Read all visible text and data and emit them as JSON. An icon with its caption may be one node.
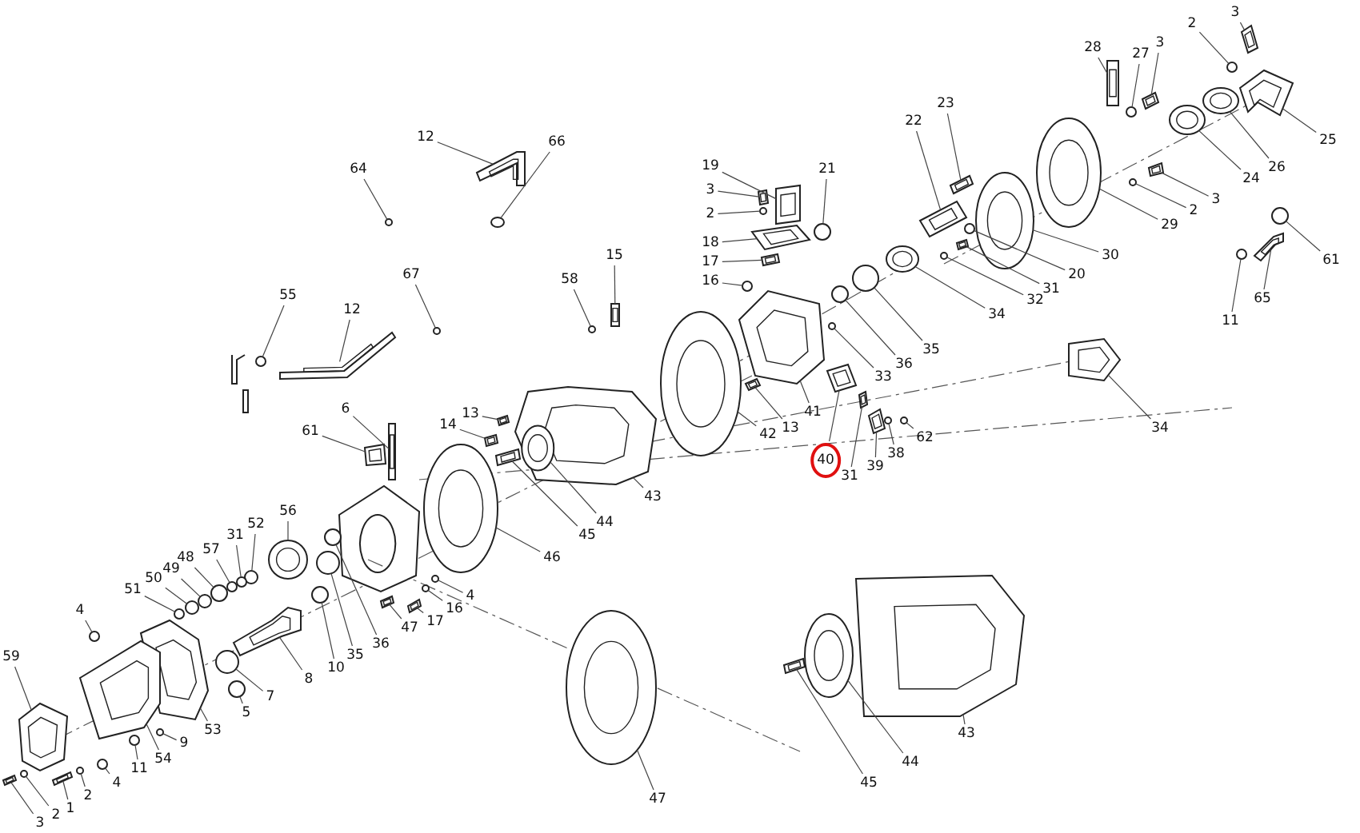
{
  "diagram": {
    "nodes": [
      {
        "text": [
          "3"
        ]
      },
      {
        "text": [
          "2"
        ]
      },
      {
        "text": [
          "28"
        ]
      },
      {
        "text": [
          "27"
        ]
      },
      {
        "text": [
          "3"
        ]
      },
      {
        "text": [
          "12"
        ]
      },
      {
        "text": [
          "66"
        ]
      },
      {
        "text": [
          "22"
        ]
      },
      {
        "text": [
          "23"
        ]
      },
      {
        "text": [
          "25"
        ]
      },
      {
        "text": [
          "64"
        ]
      },
      {
        "text": [
          "19"
        ]
      },
      {
        "text": [
          "21"
        ]
      },
      {
        "text": [
          "26"
        ]
      },
      {
        "text": [
          "3"
        ]
      },
      {
        "text": [
          "24"
        ]
      },
      {
        "text": [
          "2"
        ]
      },
      {
        "text": [
          "3"
        ]
      },
      {
        "text": [
          "2"
        ]
      },
      {
        "text": [
          "29"
        ]
      },
      {
        "text": [
          "61"
        ]
      },
      {
        "text": [
          "30"
        ]
      },
      {
        "text": [
          "15"
        ]
      },
      {
        "text": [
          "18"
        ]
      },
      {
        "text": [
          "20"
        ]
      },
      {
        "text": [
          "17"
        ]
      },
      {
        "text": [
          "31"
        ]
      },
      {
        "text": [
          "58"
        ]
      },
      {
        "text": [
          "67"
        ]
      },
      {
        "text": [
          "16"
        ]
      },
      {
        "text": [
          "32"
        ]
      },
      {
        "text": [
          "11"
        ]
      },
      {
        "text": [
          "65"
        ]
      },
      {
        "text": [
          "55"
        ]
      },
      {
        "text": [
          "12"
        ]
      },
      {
        "text": [
          "34"
        ]
      },
      {
        "text": [
          "35"
        ]
      },
      {
        "text": [
          "36"
        ]
      },
      {
        "text": [
          "33"
        ]
      },
      {
        "text": [
          "41"
        ]
      },
      {
        "text": [
          "42"
        ]
      },
      {
        "text": [
          "13"
        ]
      },
      {
        "text": [
          "34"
        ]
      },
      {
        "text": [
          "6"
        ]
      },
      {
        "text": [
          "13"
        ]
      },
      {
        "text": [
          "14"
        ]
      },
      {
        "text": [
          "61"
        ]
      },
      {
        "text": [
          "62"
        ]
      },
      {
        "text": [
          "38"
        ]
      },
      {
        "text": [
          "39"
        ]
      },
      {
        "text": [
          "40"
        ]
      },
      {
        "text": [
          "31"
        ]
      },
      {
        "text": [
          "43"
        ]
      },
      {
        "text": [
          "44"
        ]
      },
      {
        "text": [
          "45"
        ]
      },
      {
        "text": [
          "56"
        ]
      },
      {
        "text": [
          "52"
        ]
      },
      {
        "text": [
          "31"
        ]
      },
      {
        "text": [
          "57"
        ]
      },
      {
        "text": [
          "48"
        ]
      },
      {
        "text": [
          "49"
        ]
      },
      {
        "text": [
          "46"
        ]
      },
      {
        "text": [
          "50"
        ]
      },
      {
        "text": [
          "51"
        ]
      },
      {
        "text": [
          "4"
        ]
      },
      {
        "text": [
          "16"
        ]
      },
      {
        "text": [
          "4"
        ]
      },
      {
        "text": [
          "17"
        ]
      },
      {
        "text": [
          "47"
        ]
      },
      {
        "text": [
          "35"
        ]
      },
      {
        "text": [
          "10"
        ]
      },
      {
        "text": [
          "36"
        ]
      },
      {
        "text": [
          "8"
        ]
      },
      {
        "text": [
          "7"
        ]
      },
      {
        "text": [
          "59"
        ]
      },
      {
        "text": [
          "5"
        ]
      },
      {
        "text": [
          "53"
        ]
      },
      {
        "text": [
          "9"
        ]
      },
      {
        "text": [
          "43"
        ]
      },
      {
        "text": [
          "44"
        ]
      },
      {
        "text": [
          "54"
        ]
      },
      {
        "text": [
          "11"
        ]
      },
      {
        "text": [
          "45"
        ]
      },
      {
        "text": [
          "4"
        ]
      },
      {
        "text": [
          "2"
        ]
      },
      {
        "text": [
          "47"
        ]
      },
      {
        "text": [
          "1"
        ]
      },
      {
        "text": [
          "2"
        ]
      },
      {
        "text": [
          "3"
        ]
      },
      {
        "text": [],
        "shape": "picture"
      },
      {
        "text": [],
        "shape": "circle"
      },
      {
        "text": [],
        "shape": "picture"
      },
      {
        "text": [],
        "shape": "circle"
      },
      {
        "text": [],
        "shape": "picture"
      },
      {
        "text": [],
        "shape": "picture"
      },
      {
        "text": [],
        "shape": "circle"
      },
      {
        "text": [],
        "shape": "picture"
      },
      {
        "text": [],
        "shape": "picture"
      },
      {
        "text": [],
        "shape": "picture"
      },
      {
        "text": [],
        "shape": "circle"
      },
      {
        "text": [],
        "shape": "picture"
      },
      {
        "text": [],
        "shape": "circle"
      },
      {
        "text": [],
        "shape": "picture"
      },
      {
        "text": [],
        "shape": "picture"
      },
      {
        "text": [],
        "shape": "picture"
      },
      {
        "text": [],
        "shape": "circle"
      },
      {
        "text": [],
        "shape": "picture"
      },
      {
        "text": [],
        "shape": "circle"
      },
      {
        "text": [],
        "shape": "picture"
      },
      {
        "text": [],
        "shape": "circle"
      },
      {
        "text": [],
        "shape": "picture"
      },
      {
        "text": [],
        "shape": "picture"
      },
      {
        "text": [],
        "shape": "picture"
      },
      {
        "text": [],
        "shape": "circle"
      },
      {
        "text": [],
        "shape": "picture"
      },
      {
        "text": [],
        "shape": "picture"
      },
      {
        "text": [],
        "shape": "circle"
      },
      {
        "text": [],
        "shape": "circle"
      },
      {
        "text": [],
        "shape": "circle"
      },
      {
        "text": [],
        "shape": "circle"
      },
      {
        "text": [],
        "shape": "circle"
      },
      {
        "text": [],
        "shape": "picture"
      },
      {
        "text": [],
        "shape": "circle"
      },
      {
        "text": [],
        "shape": "picture"
      },
      {
        "text": [],
        "shape": "picture"
      },
      {
        "text": [],
        "shape": "circle"
      },
      {
        "text": [],
        "shape": "circle"
      },
      {
        "text": [],
        "shape": "circle"
      },
      {
        "text": [],
        "shape": "picture"
      },
      {
        "text": [],
        "shape": "picture"
      },
      {
        "text": [],
        "shape": "picture"
      },
      {
        "text": [],
        "shape": "picture"
      },
      {
        "text": [],
        "shape": "picture"
      },
      {
        "text": [],
        "shape": "picture"
      },
      {
        "text": [],
        "shape": "picture"
      },
      {
        "text": [],
        "shape": "picture"
      },
      {
        "text": [],
        "shape": "circle"
      },
      {
        "text": [],
        "shape": "circle"
      },
      {
        "text": [],
        "shape": "picture"
      },
      {
        "text": [],
        "shape": "picture"
      },
      {
        "text": [],
        "shape": "picture"
      },
      {
        "text": [],
        "shape": "picture"
      },
      {
        "text": [],
        "shape": "picture",
        "in": 141
      },
      {
        "text": [],
        "shape": "picture"
      },
      {
        "text": [],
        "shape": "picture"
      },
      {
        "text": [],
        "shape": "circle"
      },
      {
        "text": [],
        "shape": "circle"
      },
      {
        "text": [],
        "shape": "circle"
      },
      {
        "text": [],
        "shape": "circle"
      },
      {
        "text": [],
        "shape": "circle"
      },
      {
        "text": [],
        "shape": "picture"
      },
      {
        "text": [],
        "shape": "circle"
      },
      {
        "text": [],
        "shape": "circle"
      },
      {
        "text": [],
        "shape": "circle"
      },
      {
        "text": [],
        "shape": "circle"
      },
      {
        "text": [],
        "shape": "circle"
      },
      {
        "text": [],
        "shape": "picture"
      },
      {
        "text": [],
        "shape": "picture"
      },
      {
        "text": [],
        "shape": "circle"
      },
      {
        "text": [],
        "shape": "circle"
      },
      {
        "text": [],
        "shape": "circle"
      },
      {
        "text": [],
        "shape": "picture"
      },
      {
        "text": [],
        "shape": "circle"
      },
      {
        "text": [],
        "shape": "picture"
      },
      {
        "text": [],
        "shape": "circle"
      },
      {
        "text": [],
        "shape": "picture"
      },
      {
        "text": [],
        "shape": "circle"
      },
      {
        "text": [],
        "shape": "picture"
      },
      {
        "text": [],
        "shape": "picture"
      },
      {
        "text": [],
        "shape": "picture"
      },
      {
        "text": [],
        "shape": "circle"
      },
      {
        "text": [],
        "shape": "picture"
      },
      {
        "text": [],
        "shape": "circle"
      },
      {
        "text": [],
        "shape": "circle"
      },
      {
        "text": [],
        "shape": "picture"
      },
      {
        "text": [],
        "shape": "picture"
      },
      {
        "text": [],
        "shape": "circle"
      },
      {
        "text": [],
        "shape": "picture"
      }
    ],
    "edges": [
      {
        "from": 0,
        "to": 89,
        "arrow": "none"
      },
      {
        "from": 1,
        "to": 90,
        "arrow": "none"
      },
      {
        "from": 2,
        "to": 91,
        "arrow": "none"
      },
      {
        "from": 3,
        "to": 92,
        "arrow": "none"
      },
      {
        "from": 4,
        "to": 93,
        "arrow": "none"
      },
      {
        "from": 5,
        "to": 94,
        "arrow": "none"
      },
      {
        "from": 6,
        "to": 95,
        "arrow": "none"
      },
      {
        "from": 7,
        "to": 96,
        "arrow": "none"
      },
      {
        "from": 8,
        "to": 97,
        "arrow": "none"
      },
      {
        "from": 9,
        "to": 98,
        "arrow": "none"
      },
      {
        "from": 10,
        "to": 99,
        "arrow": "none"
      },
      {
        "from": 11,
        "to": 100,
        "arrow": "none"
      },
      {
        "from": 12,
        "to": 101,
        "arrow": "none"
      },
      {
        "from": 13,
        "to": 102,
        "arrow": "none"
      },
      {
        "from": 14,
        "to": 103,
        "arrow": "none"
      },
      {
        "from": 15,
        "to": 104,
        "arrow": "none"
      },
      {
        "from": 16,
        "to": 105,
        "arrow": "none"
      },
      {
        "from": 17,
        "to": 106,
        "arrow": "none"
      },
      {
        "from": 18,
        "to": 107,
        "arrow": "none"
      },
      {
        "from": 19,
        "to": 108,
        "arrow": "none"
      },
      {
        "from": 20,
        "to": 109,
        "arrow": "none"
      },
      {
        "from": 21,
        "to": 110,
        "arrow": "none"
      },
      {
        "from": 22,
        "to": 111,
        "arrow": "none"
      },
      {
        "from": 23,
        "to": 112,
        "arrow": "none"
      },
      {
        "from": 24,
        "to": 113,
        "arrow": "none"
      },
      {
        "from": 25,
        "to": 114,
        "arrow": "none"
      },
      {
        "from": 26,
        "to": 115,
        "arrow": "none"
      },
      {
        "from": 27,
        "to": 116,
        "arrow": "none"
      },
      {
        "from": 28,
        "to": 117,
        "arrow": "none"
      },
      {
        "from": 29,
        "to": 118,
        "arrow": "none"
      },
      {
        "from": 30,
        "to": 119,
        "arrow": "none"
      },
      {
        "from": 31,
        "to": 120,
        "arrow": "none"
      },
      {
        "from": 32,
        "to": 121,
        "arrow": "none"
      },
      {
        "from": 33,
        "to": 122,
        "arrow": "none"
      },
      {
        "from": 34,
        "to": 123,
        "arrow": "none"
      },
      {
        "from": 35,
        "to": 124,
        "arrow": "none"
      },
      {
        "from": 36,
        "to": 125,
        "arrow": "none"
      },
      {
        "from": 37,
        "to": 126,
        "arrow": "none"
      },
      {
        "from": 38,
        "to": 127,
        "arrow": "none"
      },
      {
        "from": 39,
        "to": 128,
        "arrow": "none"
      },
      {
        "from": 40,
        "to": 129,
        "arrow": "none"
      },
      {
        "from": 41,
        "to": 130,
        "arrow": "none"
      },
      {
        "from": 42,
        "to": 131,
        "arrow": "none"
      },
      {
        "from": 43,
        "to": 132,
        "arrow": "none"
      },
      {
        "from": 44,
        "to": 133,
        "arrow": "none"
      },
      {
        "from": 45,
        "to": 134,
        "arrow": "none"
      },
      {
        "from": 46,
        "to": 135,
        "arrow": "none"
      },
      {
        "from": 47,
        "to": 136,
        "arrow": "none"
      },
      {
        "from": 48,
        "to": 137,
        "arrow": "none"
      },
      {
        "from": 49,
        "to": 138,
        "arrow": "none"
      },
      {
        "from": 50,
        "to": 139,
        "arrow": "none"
      },
      {
        "from": 51,
        "to": 140,
        "arrow": "none"
      },
      {
        "from": 52,
        "to": 141,
        "arrow": "none"
      },
      {
        "from": 53,
        "to": 142,
        "arrow": "none"
      },
      {
        "from": 54,
        "to": 143,
        "arrow": "none"
      },
      {
        "from": 55,
        "to": 144,
        "arrow": "none"
      },
      {
        "from": 56,
        "to": 145,
        "arrow": "none"
      },
      {
        "from": 57,
        "to": 146,
        "arrow": "none"
      },
      {
        "from": 58,
        "to": 147,
        "arrow": "none"
      },
      {
        "from": 59,
        "to": 148,
        "arrow": "none"
      },
      {
        "from": 60,
        "to": 149,
        "arrow": "none"
      },
      {
        "from": 61,
        "to": 150,
        "arrow": "none"
      },
      {
        "from": 62,
        "to": 151,
        "arrow": "none"
      },
      {
        "from": 63,
        "to": 152,
        "arrow": "none"
      },
      {
        "from": 64,
        "to": 153,
        "arrow": "none"
      },
      {
        "from": 65,
        "to": 154,
        "arrow": "none"
      },
      {
        "from": 66,
        "to": 155,
        "arrow": "none"
      },
      {
        "from": 67,
        "to": 156,
        "arrow": "none"
      },
      {
        "from": 68,
        "to": 157,
        "arrow": "none"
      },
      {
        "from": 69,
        "to": 158,
        "arrow": "none"
      },
      {
        "from": 70,
        "to": 159,
        "arrow": "none"
      },
      {
        "from": 71,
        "to": 160,
        "arrow": "none"
      },
      {
        "from": 72,
        "to": 161,
        "arrow": "none"
      },
      {
        "from": 73,
        "to": 162,
        "arrow": "none"
      },
      {
        "from": 74,
        "to": 163,
        "arrow": "none"
      },
      {
        "from": 75,
        "to": 164,
        "arrow": "none"
      },
      {
        "from": 76,
        "to": 165,
        "arrow": "none"
      },
      {
        "from": 77,
        "to": 166,
        "arrow": "none"
      },
      {
        "from": 78,
        "to": 167,
        "arrow": "none"
      },
      {
        "from": 79,
        "to": 168,
        "arrow": "none"
      },
      {
        "from": 80,
        "to": 169,
        "arrow": "none"
      },
      {
        "from": 81,
        "to": 170,
        "arrow": "none"
      },
      {
        "from": 82,
        "to": 171,
        "arrow": "none"
      },
      {
        "from": 83,
        "to": 172,
        "arrow": "none"
      },
      {
        "from": 84,
        "to": 173,
        "arrow": "none"
      },
      {
        "from": 85,
        "to": 174,
        "arrow": "none"
      },
      {
        "from": 86,
        "to": 175,
        "arrow": "none"
      },
      {
        "from": 87,
        "to": 176,
        "arrow": "none"
      },
      {
        "from": 88,
        "to": 177,
        "arrow": "none"
      }
    ]
  }
}
